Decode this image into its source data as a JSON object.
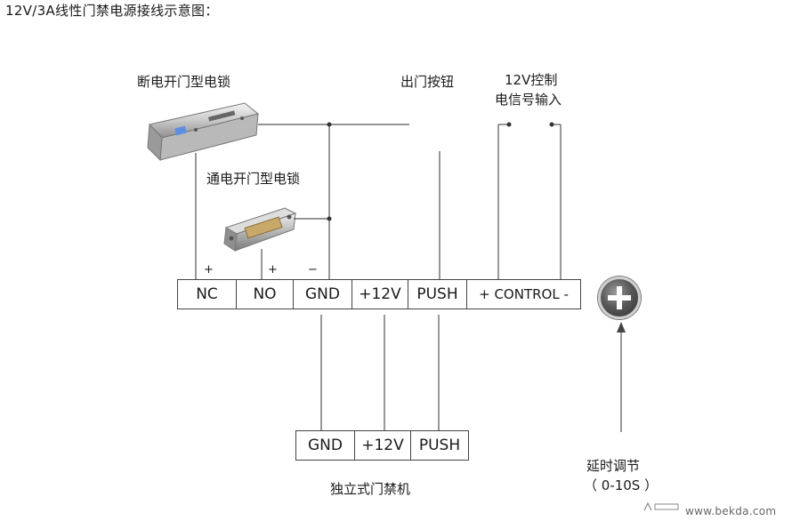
{
  "title": "12V/3A线性门禁电源接线示意图：",
  "labels": {
    "lock_nc": "断电开门型电锁",
    "lock_no": "通电开门型电锁",
    "exit_button": "出门按钮",
    "control_line1": "12V控制",
    "control_line2": "电信号输入",
    "standalone": "独立式门禁机",
    "delay_line1": "延时调节",
    "delay_line2": "（ 0-10S ）"
  },
  "polarity": {
    "nc_plus": "+",
    "no_plus": "+",
    "gnd_minus": "−"
  },
  "main_terminals": [
    "NC",
    "NO",
    "GND",
    "+12V",
    "PUSH",
    "+ CONTROL -"
  ],
  "bottom_terminals": [
    "GND",
    "+12V",
    "PUSH"
  ],
  "watermark": "www.bekda.com"
}
